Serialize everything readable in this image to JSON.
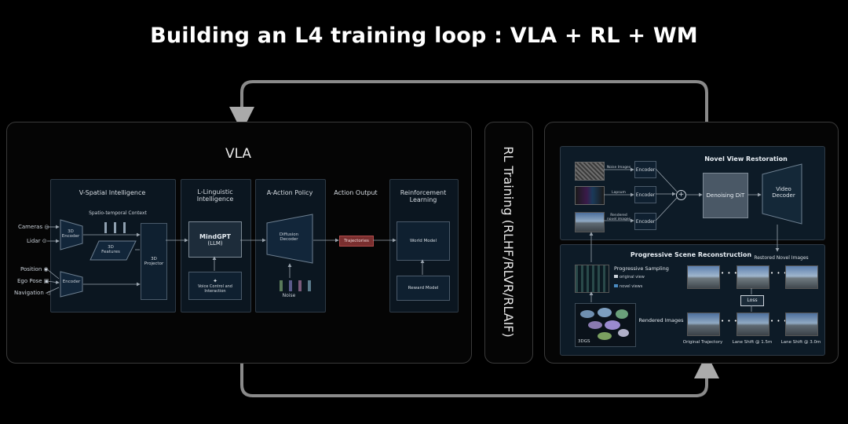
{
  "title": "Building an L4 training loop : VLA + RL + WM",
  "vla": {
    "heading": "VLA",
    "sections": {
      "spatial": "V-Spatial Intelligence",
      "linguistic": "L-Linguistic Intelligence",
      "action": "A-Action Policy",
      "output": "Action Output",
      "rl": "Reinforcement Learning"
    },
    "inputs": [
      "Cameras",
      "Lidar",
      "Position",
      "Ego Pose",
      "Navigation"
    ],
    "spatio_temporal": "Spatio-temporal Context",
    "encoder_3d": "3D Encoder",
    "features_3d": "3D Features",
    "projector_3d": "3D Projector",
    "encoder": "Encoder",
    "mindgpt": "MindGPT",
    "llm": "(LLM)",
    "voice": "Voice Control and Interaction",
    "diffusion": "Diffusion Decoder",
    "noise": "Noise",
    "trajectories": "Trajectories",
    "world_model": "World Model",
    "reward_model": "Reward Model"
  },
  "rl_training": "RL Training (RLHF/RLVR/RLAIF)",
  "wm": {
    "novel_view": "Novel View Restoration",
    "inputs": [
      "Noise Images",
      "Lapsum",
      "Rendered novel images"
    ],
    "encoder": "Encoder",
    "denoising": "Denoising DiT",
    "video_decoder": "Video Decoder",
    "progressive": "Progressive Scene Reconstruction",
    "restored": "Restored Novel Images",
    "prog_sampling": "Progressive Sampling",
    "original_view": "original view",
    "novel_views": "novel views",
    "loss": "Loss",
    "rendered": "Rendered Images",
    "gs": "3DGS",
    "orig_traj": "Original Trajectory",
    "lane1": "Lane Shift @ 1.5m",
    "lane3": "Lane Shift @ 3.0m",
    "ellipsis": "• • •"
  },
  "colors": {
    "accent_red": "#b44b4b",
    "panel_border": "#3a3a3a",
    "sub_bg": "#0b1620"
  }
}
